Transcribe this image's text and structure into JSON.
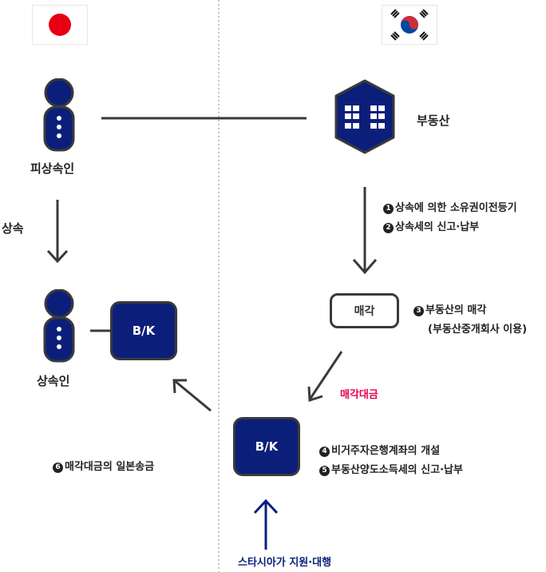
{
  "flags": {
    "japan": {
      "icon": "japan-flag-icon",
      "circle_color": "#e60012"
    },
    "korea": {
      "icon": "korea-flag-icon",
      "red": "#cd2e3a",
      "blue": "#0047a0"
    }
  },
  "nodes": {
    "decedent": "피상속인",
    "heir": "상속인",
    "real_estate": "부동산",
    "bank_japan": "B/K",
    "bank_korea": "B/K",
    "sale": "매각"
  },
  "edges": {
    "inheritance": "상속",
    "sale_proceeds": "매각대금",
    "support": "스타시아가 지원·대행"
  },
  "steps": {
    "s1": {
      "num": "1",
      "text": "상속에 의한 소유권이전등기"
    },
    "s2": {
      "num": "2",
      "text": "상속세의 신고·납부"
    },
    "s3": {
      "num": "3",
      "text": "부동산의 매각"
    },
    "s3_sub": "(부동산중개회사 이용)",
    "s4": {
      "num": "4",
      "text": "비거주자은행계좌의 개설"
    },
    "s5": {
      "num": "5",
      "text": "부동산양도소득세의 신고·납부"
    },
    "s6": {
      "num": "6",
      "text": "매각대금의 일본송금"
    }
  },
  "colors": {
    "navy": "#0b1f7a",
    "dark": "#3a3a3a",
    "accent_red": "#e6004c",
    "accent_blue": "#0b1f7a"
  }
}
